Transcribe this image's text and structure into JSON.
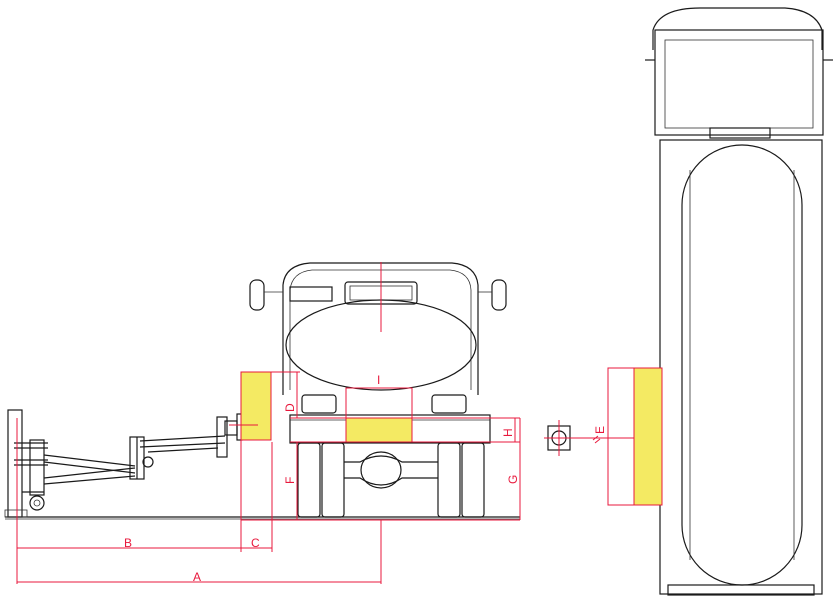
{
  "colors": {
    "dimension": "#e8183c",
    "highlight": "#f4ea63",
    "outline": "#1a1a1a"
  },
  "labels": {
    "A": "A",
    "B": "B",
    "C": "C",
    "D": "D",
    "E": "E",
    "F": "F",
    "G": "G",
    "H": "H",
    "I": "I"
  }
}
